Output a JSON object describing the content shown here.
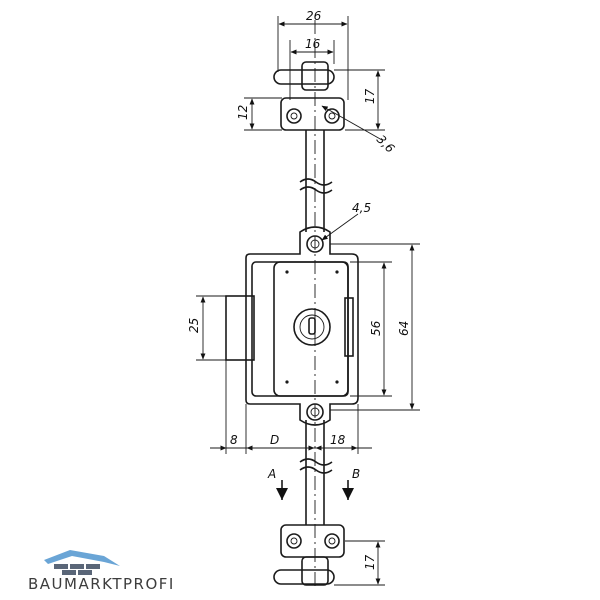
{
  "dimensions": {
    "top_width": "26",
    "top_inner_width": "16",
    "top_height": "17",
    "top_bracket": "12",
    "top_hole": "3,6",
    "pin": "4,5",
    "body_inner": "56",
    "body_outer": "64",
    "side": "25",
    "left_offset": "8",
    "d_label": "D",
    "right_offset": "18",
    "bottom_height": "17"
  },
  "section_labels": {
    "a": "A",
    "b": "B"
  },
  "brand": {
    "name": "BAUMARKTPROFI",
    "color_dark": "#5a6678",
    "color_light": "#6aa5d6"
  }
}
